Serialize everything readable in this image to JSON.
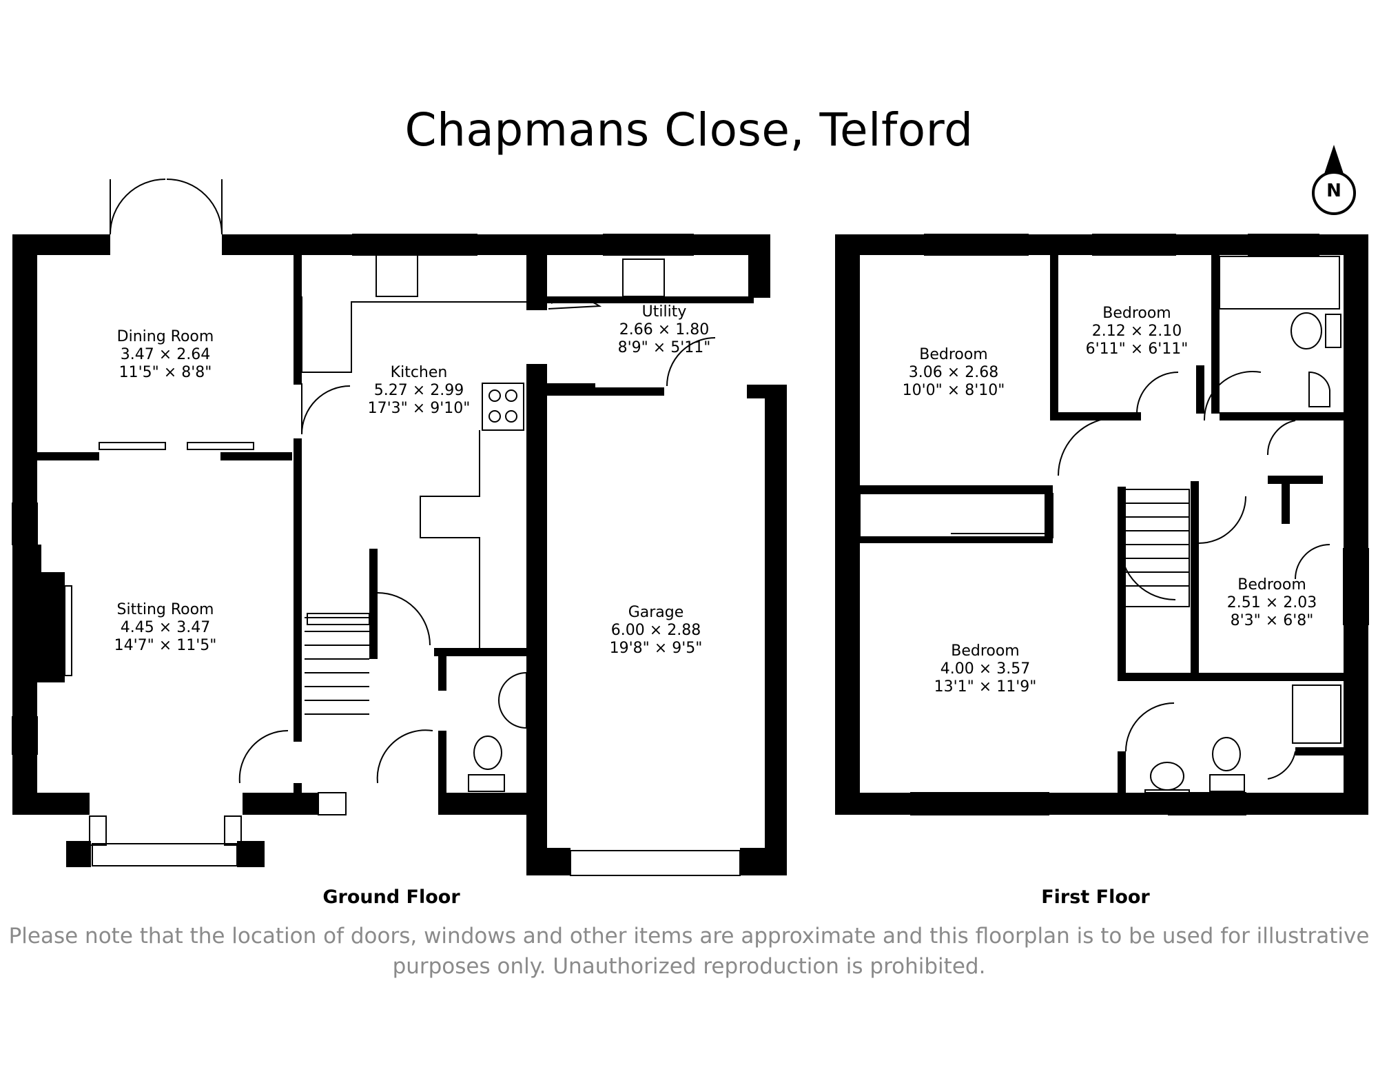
{
  "title": "Chapmans Close, Telford",
  "north_label": "N",
  "floors": [
    {
      "name": "Ground Floor",
      "rooms": [
        {
          "name": "Dining Room",
          "metric": "3.47 × 2.64",
          "imperial": "11'5\" × 8'8\""
        },
        {
          "name": "Sitting Room",
          "metric": "4.45 × 3.47",
          "imperial": "14'7\" × 11'5\""
        },
        {
          "name": "Kitchen",
          "metric": "5.27 × 2.99",
          "imperial": "17'3\" × 9'10\""
        },
        {
          "name": "Utility",
          "metric": "2.66 × 1.80",
          "imperial": "8'9\" × 5'11\""
        },
        {
          "name": "Garage",
          "metric": "6.00 × 2.88",
          "imperial": "19'8\" × 9'5\""
        }
      ]
    },
    {
      "name": "First Floor",
      "rooms": [
        {
          "name": "Bedroom",
          "metric": "3.06 × 2.68",
          "imperial": "10'0\" × 8'10\""
        },
        {
          "name": "Bedroom",
          "metric": "2.12 × 2.10",
          "imperial": "6'11\" × 6'11\""
        },
        {
          "name": "Bedroom",
          "metric": "4.00 × 3.57",
          "imperial": "13'1\" × 11'9\""
        },
        {
          "name": "Bedroom",
          "metric": "2.51 × 2.03",
          "imperial": "8'3\" × 6'8\""
        }
      ]
    }
  ],
  "disclaimer_line1": "Please note that the location of doors, windows and other items are approximate and this floorplan is to be used for illustrative",
  "disclaimer_line2": "purposes only. Unauthorized reproduction is prohibited."
}
